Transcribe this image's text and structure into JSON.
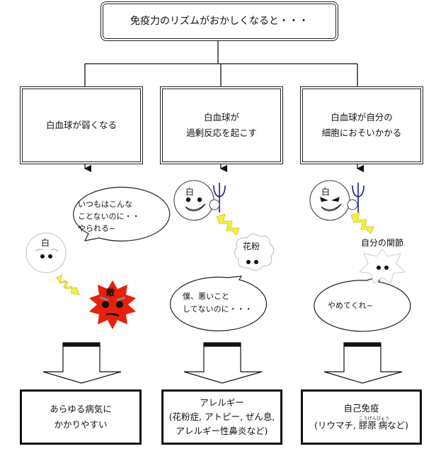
{
  "top": {
    "title": "免疫力のリズムがおかしくなると・・・"
  },
  "branches": [
    {
      "heading_lines": [
        "白血球が弱くなる"
      ],
      "scene": {
        "cell_label": "白",
        "enemy_label": "敵",
        "bubble_lines": [
          "いつもはこんな",
          "ことないのに・・",
          "やられる~"
        ]
      },
      "result_lines": [
        "あらゆる病気に",
        "かかりやすい"
      ]
    },
    {
      "heading_lines": [
        "白血球が",
        "過剰反応を起こす"
      ],
      "scene": {
        "cell_label": "白",
        "target_label": "花粉",
        "bubble_lines": [
          "僕、悪いこと",
          "してないのに・・・"
        ]
      },
      "result_lines": [
        "アレルギー",
        "(花粉症, アトピー, ぜん息,",
        "アレルギー性鼻炎など)"
      ]
    },
    {
      "heading_lines": [
        "白血球が自分の",
        "細胞におそいかかる"
      ],
      "scene": {
        "cell_label": "白",
        "target_label": "自分の関節",
        "bubble_lines": [
          "やめてくれ~"
        ]
      },
      "result_title": "自己免疫",
      "result_prefix": "(リウマチ, ",
      "result_ruby_word": "膠原",
      "result_ruby_reading": "こうげん",
      "result_ruby_word2": "病",
      "result_ruby_reading2": "びょう",
      "result_suffix": "など)"
    }
  ],
  "colors": {
    "enemy": "#e8200c",
    "lightning": "#f4f03a",
    "fork": "#1a1a8c",
    "line": "#111111"
  }
}
